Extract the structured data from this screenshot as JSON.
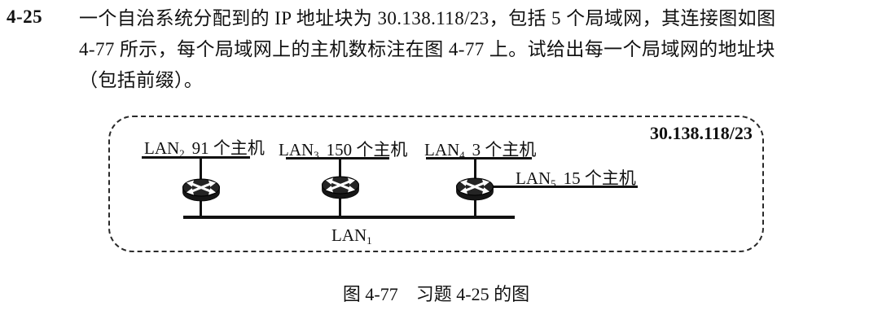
{
  "problem": {
    "number": "4-25",
    "line1": "一个自治系统分配到的 IP 地址块为 30.138.118/23，包括 5 个局域网，其连接图如图",
    "line2": "4-77 所示，每个局域网上的主机数标注在图 4-77 上。试给出每一个局域网的地址块",
    "line3": "（包括前缀）。"
  },
  "diagram": {
    "network_label": "30.138.118/23",
    "lans": [
      {
        "name": "LAN",
        "sub": "1",
        "hosts": ""
      },
      {
        "name": "LAN",
        "sub": "2",
        "hosts": "91 个主机"
      },
      {
        "name": "LAN",
        "sub": "3",
        "hosts": "150 个主机"
      },
      {
        "name": "LAN",
        "sub": "4",
        "hosts": "3 个主机"
      },
      {
        "name": "LAN",
        "sub": "5",
        "hosts": "15 个主机"
      }
    ],
    "router_count": "3"
  },
  "caption": "图 4-77　习题 4-25 的图",
  "colors": {
    "background": "#ffffff",
    "text": "#111111",
    "line": "#111111",
    "router_body": "#1f1f1f",
    "router_arrows": "#ffffff"
  }
}
